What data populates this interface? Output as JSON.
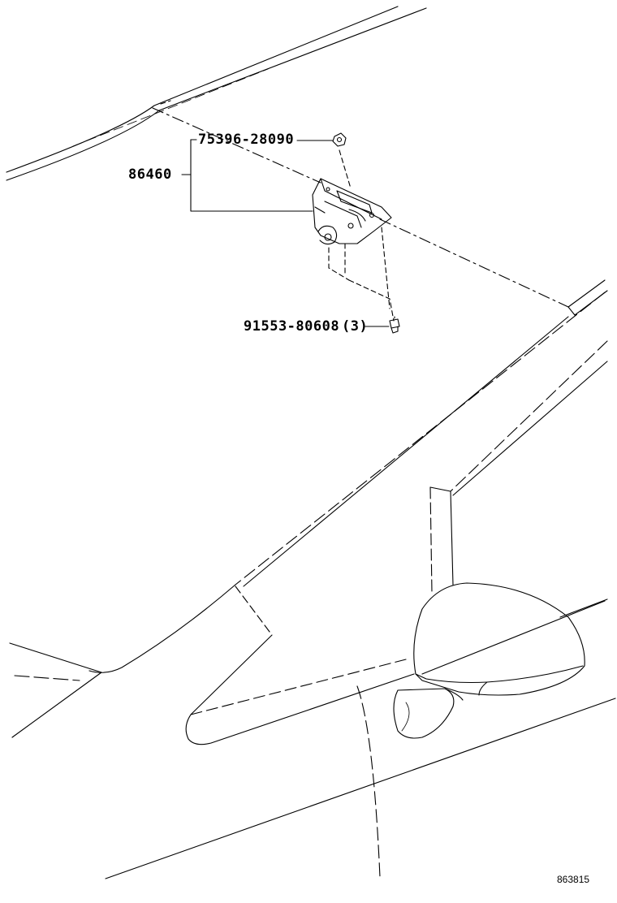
{
  "diagram": {
    "callouts": [
      {
        "part_number": "75396-28090"
      },
      {
        "part_number": "86460"
      },
      {
        "part_number": "91553-80608",
        "quantity": "(3)"
      }
    ],
    "diagram_id": "863815"
  }
}
